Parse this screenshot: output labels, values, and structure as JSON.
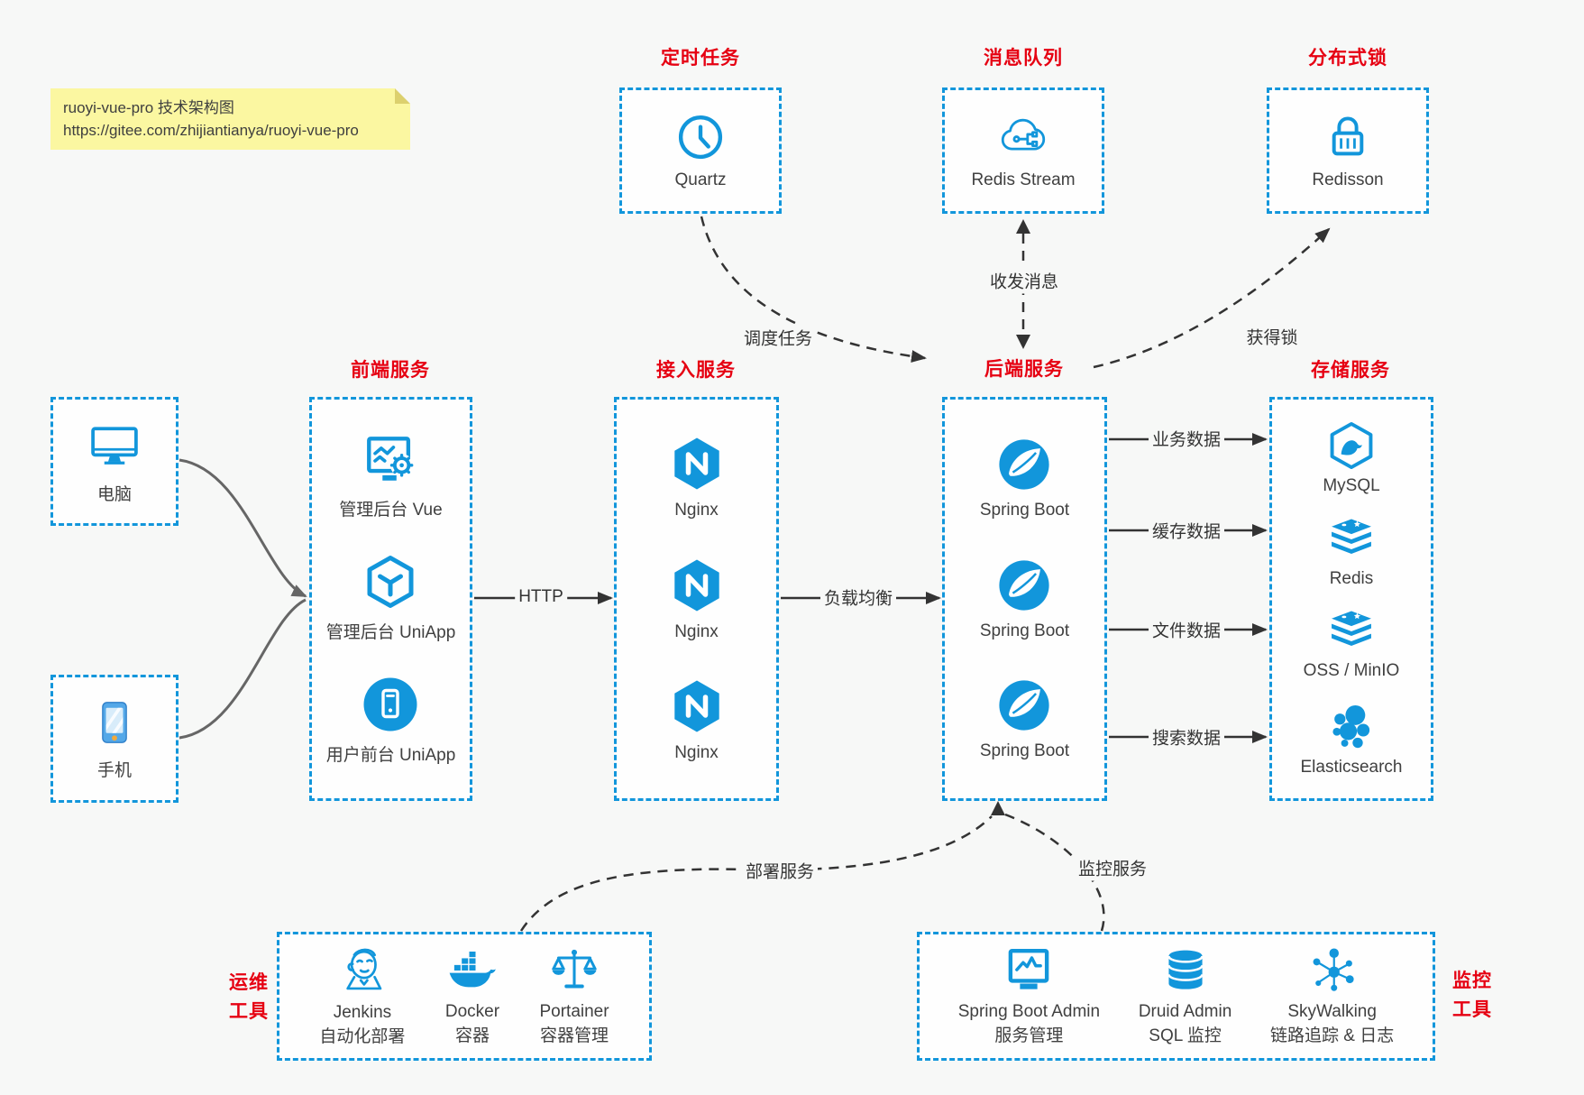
{
  "colors": {
    "accent_blue": "#1296db",
    "title_red": "#e60012",
    "arrow_black": "#333333",
    "client_arrow_gray": "#666666",
    "note_bg": "#fbf7a1",
    "canvas_bg": "#f7f8f7",
    "label_text": "#404040"
  },
  "note": {
    "line1": "ruoyi-vue-pro 技术架构图",
    "line2": "https://gitee.com/zhijiantianya/ruoyi-vue-pro"
  },
  "top_groups": [
    {
      "title": "定时任务",
      "item": {
        "icon": "clock-icon",
        "label": "Quartz"
      }
    },
    {
      "title": "消息队列",
      "item": {
        "icon": "cloud-stream-icon",
        "label": "Redis Stream"
      }
    },
    {
      "title": "分布式锁",
      "item": {
        "icon": "lock-icon",
        "label": "Redisson"
      }
    }
  ],
  "clients": [
    {
      "icon": "desktop-icon",
      "label": "电脑"
    },
    {
      "icon": "smartphone-icon",
      "label": "手机"
    }
  ],
  "columns": {
    "frontend": {
      "title": "前端服务",
      "items": [
        {
          "icon": "admin-monitor-gear-icon",
          "label": "管理后台 Vue"
        },
        {
          "icon": "uniapp-cube-icon",
          "label": "管理后台 UniApp"
        },
        {
          "icon": "mobile-circle-icon",
          "label": "用户前台 UniApp"
        }
      ]
    },
    "gateway": {
      "title": "接入服务",
      "items": [
        {
          "icon": "nginx-icon",
          "label": "Nginx"
        },
        {
          "icon": "nginx-icon",
          "label": "Nginx"
        },
        {
          "icon": "nginx-icon",
          "label": "Nginx"
        }
      ]
    },
    "backend": {
      "title": "后端服务",
      "items": [
        {
          "icon": "spring-boot-icon",
          "label": "Spring Boot"
        },
        {
          "icon": "spring-boot-icon",
          "label": "Spring Boot"
        },
        {
          "icon": "spring-boot-icon",
          "label": "Spring Boot"
        }
      ]
    },
    "storage": {
      "title": "存储服务",
      "items": [
        {
          "icon": "mysql-icon",
          "label": "MySQL"
        },
        {
          "icon": "redis-stack-icon",
          "label": "Redis"
        },
        {
          "icon": "redis-stack-icon",
          "label": "OSS / MinIO"
        },
        {
          "icon": "elasticsearch-icon",
          "label": "Elasticsearch"
        }
      ]
    }
  },
  "bottom_groups": {
    "ops": {
      "title_line1": "运维",
      "title_line2": "工具",
      "items": [
        {
          "icon": "jenkins-icon",
          "label1": "Jenkins",
          "label2": "自动化部署"
        },
        {
          "icon": "docker-icon",
          "label1": "Docker",
          "label2": "容器"
        },
        {
          "icon": "portainer-icon",
          "label1": "Portainer",
          "label2": "容器管理"
        }
      ]
    },
    "monitoring": {
      "title_line1": "监控",
      "title_line2": "工具",
      "items": [
        {
          "icon": "spring-boot-admin-icon",
          "label1": "Spring Boot Admin",
          "label2": "服务管理"
        },
        {
          "icon": "druid-icon",
          "label1": "Druid Admin",
          "label2": "SQL 监控"
        },
        {
          "icon": "skywalking-icon",
          "label1": "SkyWalking",
          "label2": "链路追踪 & 日志"
        }
      ]
    }
  },
  "edge_labels": {
    "http": "HTTP",
    "load_balance": "负载均衡",
    "business_data": "业务数据",
    "cache_data": "缓存数据",
    "file_data": "文件数据",
    "search_data": "搜索数据",
    "schedule_task": "调度任务",
    "send_receive_messages": "收发消息",
    "acquire_lock": "获得锁",
    "deploy_service": "部署服务",
    "monitor_service": "监控服务"
  }
}
